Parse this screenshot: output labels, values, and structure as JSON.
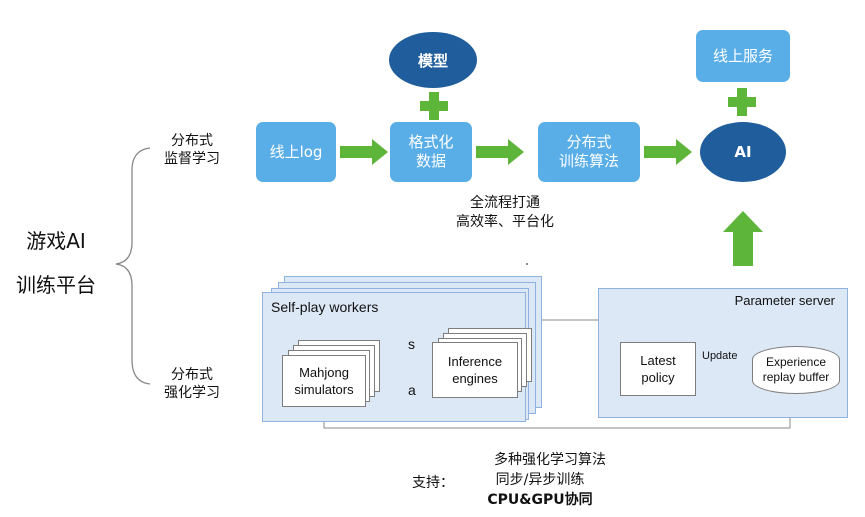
{
  "left": {
    "title_line1": "游戏AI",
    "title_line2": "训练平台",
    "branch_top": "分布式\n监督学习",
    "branch_bottom": "分布式\n强化学习"
  },
  "top_pipeline": {
    "model": "模型",
    "online_log": "线上log",
    "format_data": "格式化\n数据",
    "dist_train": "分布式\n训练算法",
    "ai": "AI",
    "online_service": "线上服务",
    "caption": "全流程打通\n高效率、平台化"
  },
  "rl_system": {
    "self_play_title": "Self-play workers",
    "mahjong": "Mahjong\nsimulators",
    "inference": "Inference\nengines",
    "label_s": "s",
    "label_a": "a",
    "param_server_title": "Parameter server",
    "latest_policy": "Latest\npolicy",
    "update": "Update",
    "replay_buffer": "Experience\nreplay buffer"
  },
  "support": {
    "label": "支持：",
    "line1": "多种强化学习算法",
    "line2": "同步/异步训练",
    "line3": "CPU&GPU协同"
  },
  "colors": {
    "box_blue": "#5aaee8",
    "ellipse_blue": "#1f5d9c",
    "arrow_green": "#5db63a",
    "panel_fill": "#dce8f6"
  }
}
